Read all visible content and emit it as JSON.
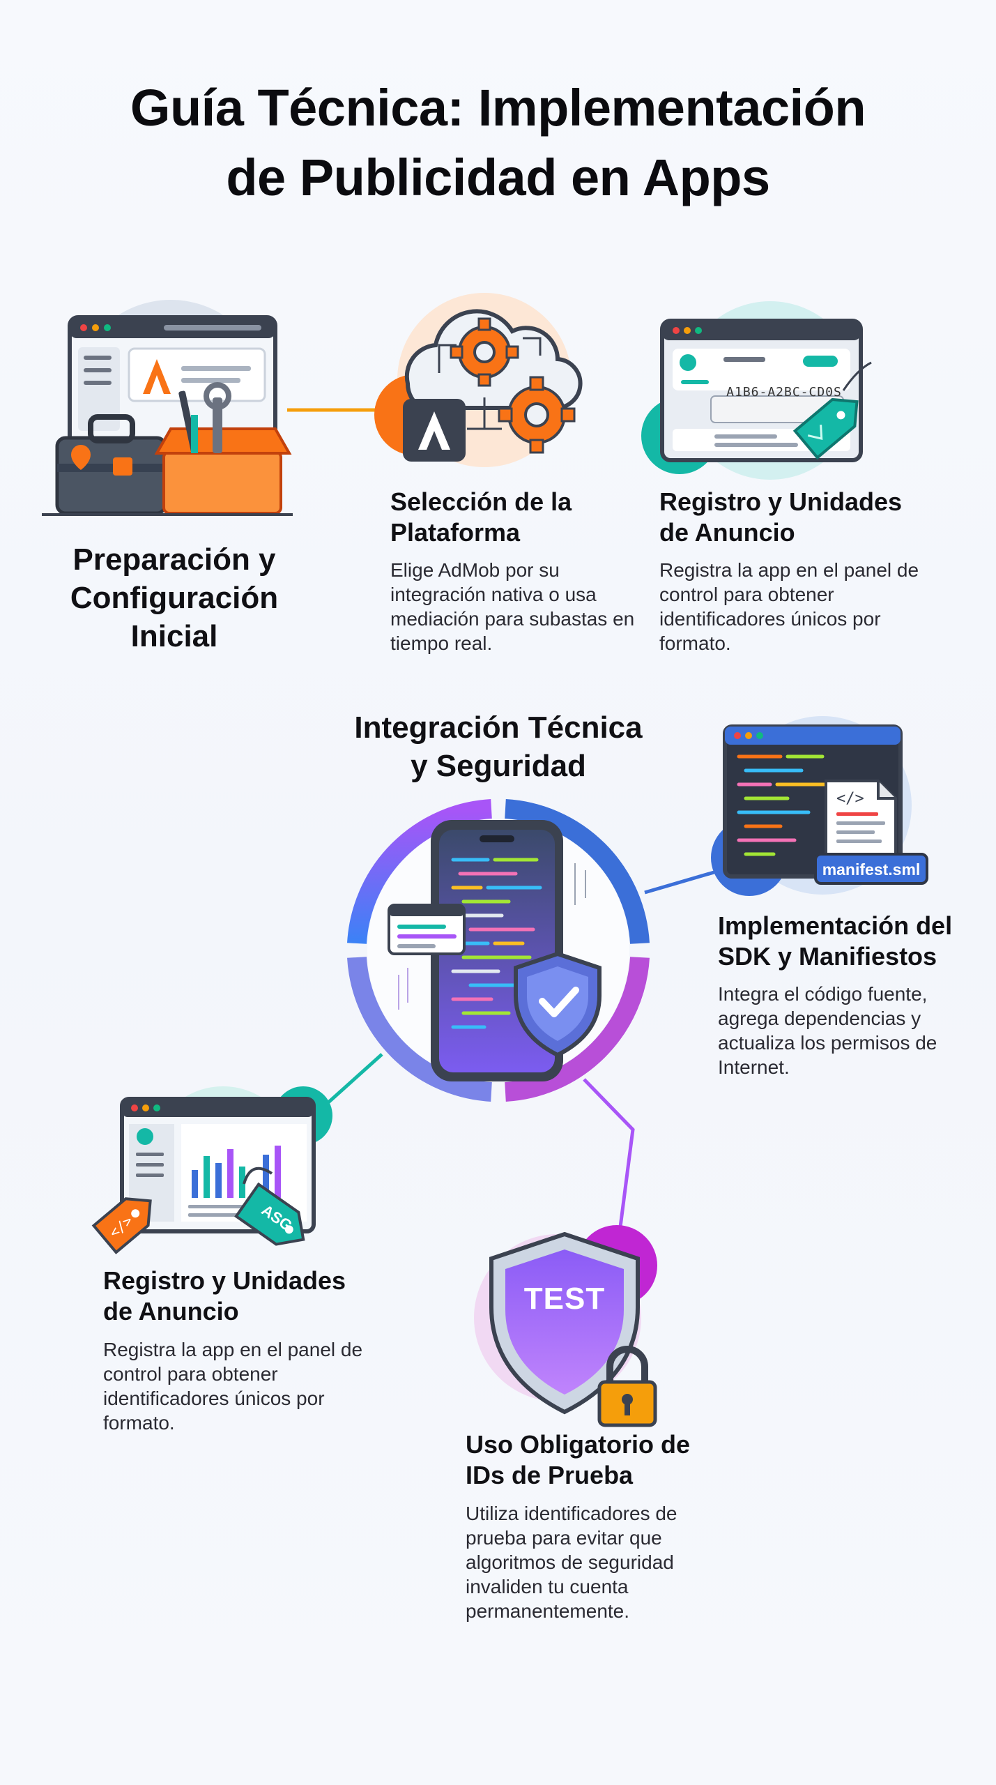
{
  "header": {
    "title_line1": "Guía Técnica: Implementación",
    "title_line2": "de Publicidad en Apps"
  },
  "steps": {
    "prep": {
      "title_line1": "Preparación y",
      "title_line2": "Configuración",
      "title_line3": "Inicial",
      "icon": "toolbox-browser-icon"
    },
    "platform": {
      "title_line1": "Selección de la",
      "title_line2": "Plataforma",
      "description": "Elige AdMob por su integración nativa o usa mediación para subastas en tiempo real.",
      "icon": "cloud-gears-icon"
    },
    "register_top": {
      "title_line1": "Registro y Unidades",
      "title_line2": "de Anuncio",
      "description": "Registra la app en el panel de control para obtener identificadores únicos por formato.",
      "id_code": "A1B6-A2BC-CD0S",
      "icon": "dashboard-tag-icon"
    },
    "integration": {
      "title_line1": "Integración Técnica",
      "title_line2": "y Seguridad",
      "icon": "phone-shield-icon"
    },
    "sdk": {
      "title_line1": "Implementación del",
      "title_line2": "SDK y Manifiestos",
      "description": "Integra el código fuente, agrega dependencias y actualiza los permisos de Internet.",
      "file_label": "manifest.sml",
      "icon": "code-editor-icon"
    },
    "register_bottom": {
      "title_line1": "Registro y Unidades",
      "title_line2": "de Anuncio",
      "description": "Registra la app en el panel de control para obtener identificadores únicos por formato.",
      "tag_label": "ASG",
      "icon": "analytics-tags-icon"
    },
    "test_ids": {
      "title_line1": "Uso Obligatorio de",
      "title_line2": "IDs de Prueba",
      "description": "Utiliza identificadores de prueba para evitar que algoritmos de seguridad invaliden tu cuenta permanentemente.",
      "badge_label": "TEST",
      "icon": "test-shield-lock-icon"
    }
  },
  "colors": {
    "orange": "#f97316",
    "purple": "#a855f7",
    "blue": "#3b6fd8",
    "teal": "#14b8a6",
    "dark": "#3b4250"
  }
}
